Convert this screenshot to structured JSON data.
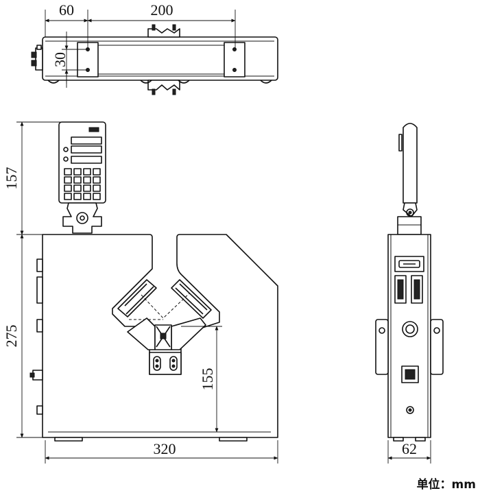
{
  "dimensions": {
    "top_width_left": "60",
    "top_width_right": "200",
    "top_height": "30",
    "front_display_height": "157",
    "front_body_height": "275",
    "front_width": "320",
    "front_inner_height": "155",
    "side_width": "62"
  },
  "unit_note": "单位：mm"
}
